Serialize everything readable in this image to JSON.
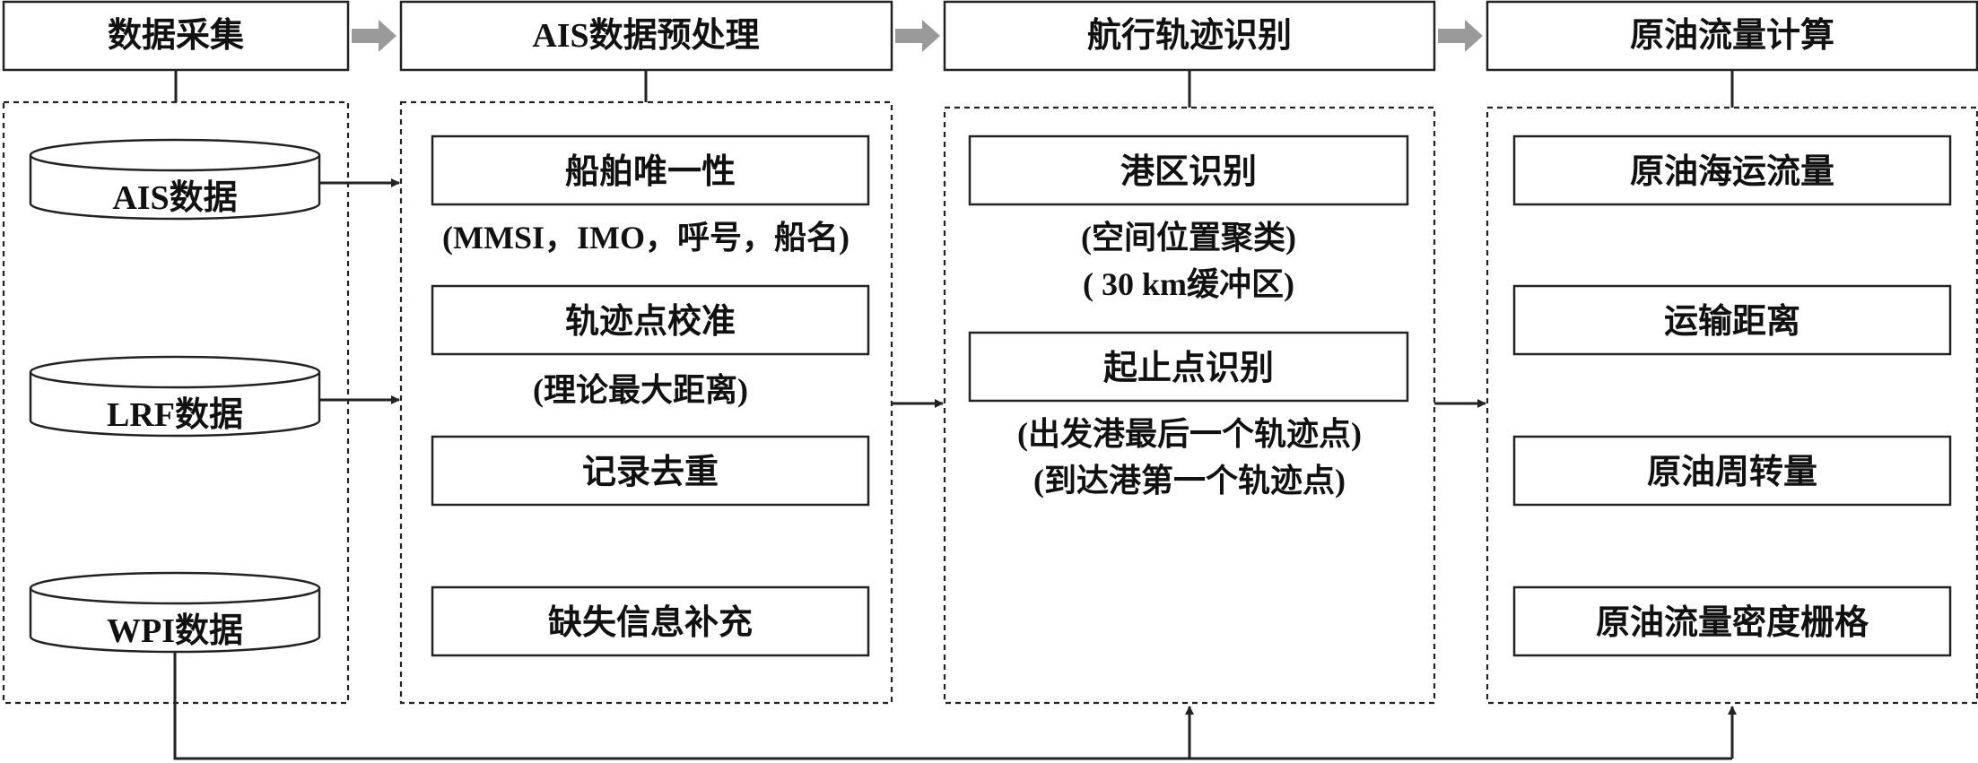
{
  "stages": [
    {
      "title": "数据采集"
    },
    {
      "title": "AIS数据预处理"
    },
    {
      "title": "航行轨迹识别"
    },
    {
      "title": "原油流量计算"
    }
  ],
  "sources": [
    {
      "label": "AIS数据"
    },
    {
      "label": "LRF数据"
    },
    {
      "label": "WPI数据"
    }
  ],
  "preprocess": [
    {
      "label": "船舶唯一性",
      "note": "(MMSI，IMO，呼号，船名)"
    },
    {
      "label": "轨迹点校准",
      "note": "(理论最大距离)"
    },
    {
      "label": "记录去重",
      "note": ""
    },
    {
      "label": "缺失信息补充",
      "note": ""
    }
  ],
  "trajectory": [
    {
      "label": "港区识别",
      "notes": [
        "(空间位置聚类)",
        "( 30 km缓冲区)"
      ]
    },
    {
      "label": "起止点识别",
      "notes": [
        "(出发港最后一个轨迹点)",
        "(到达港第一个轨迹点)"
      ]
    }
  ],
  "flow": [
    {
      "label": "原油海运流量"
    },
    {
      "label": "运输距离"
    },
    {
      "label": "原油周转量"
    },
    {
      "label": "原油流量密度栅格"
    }
  ]
}
